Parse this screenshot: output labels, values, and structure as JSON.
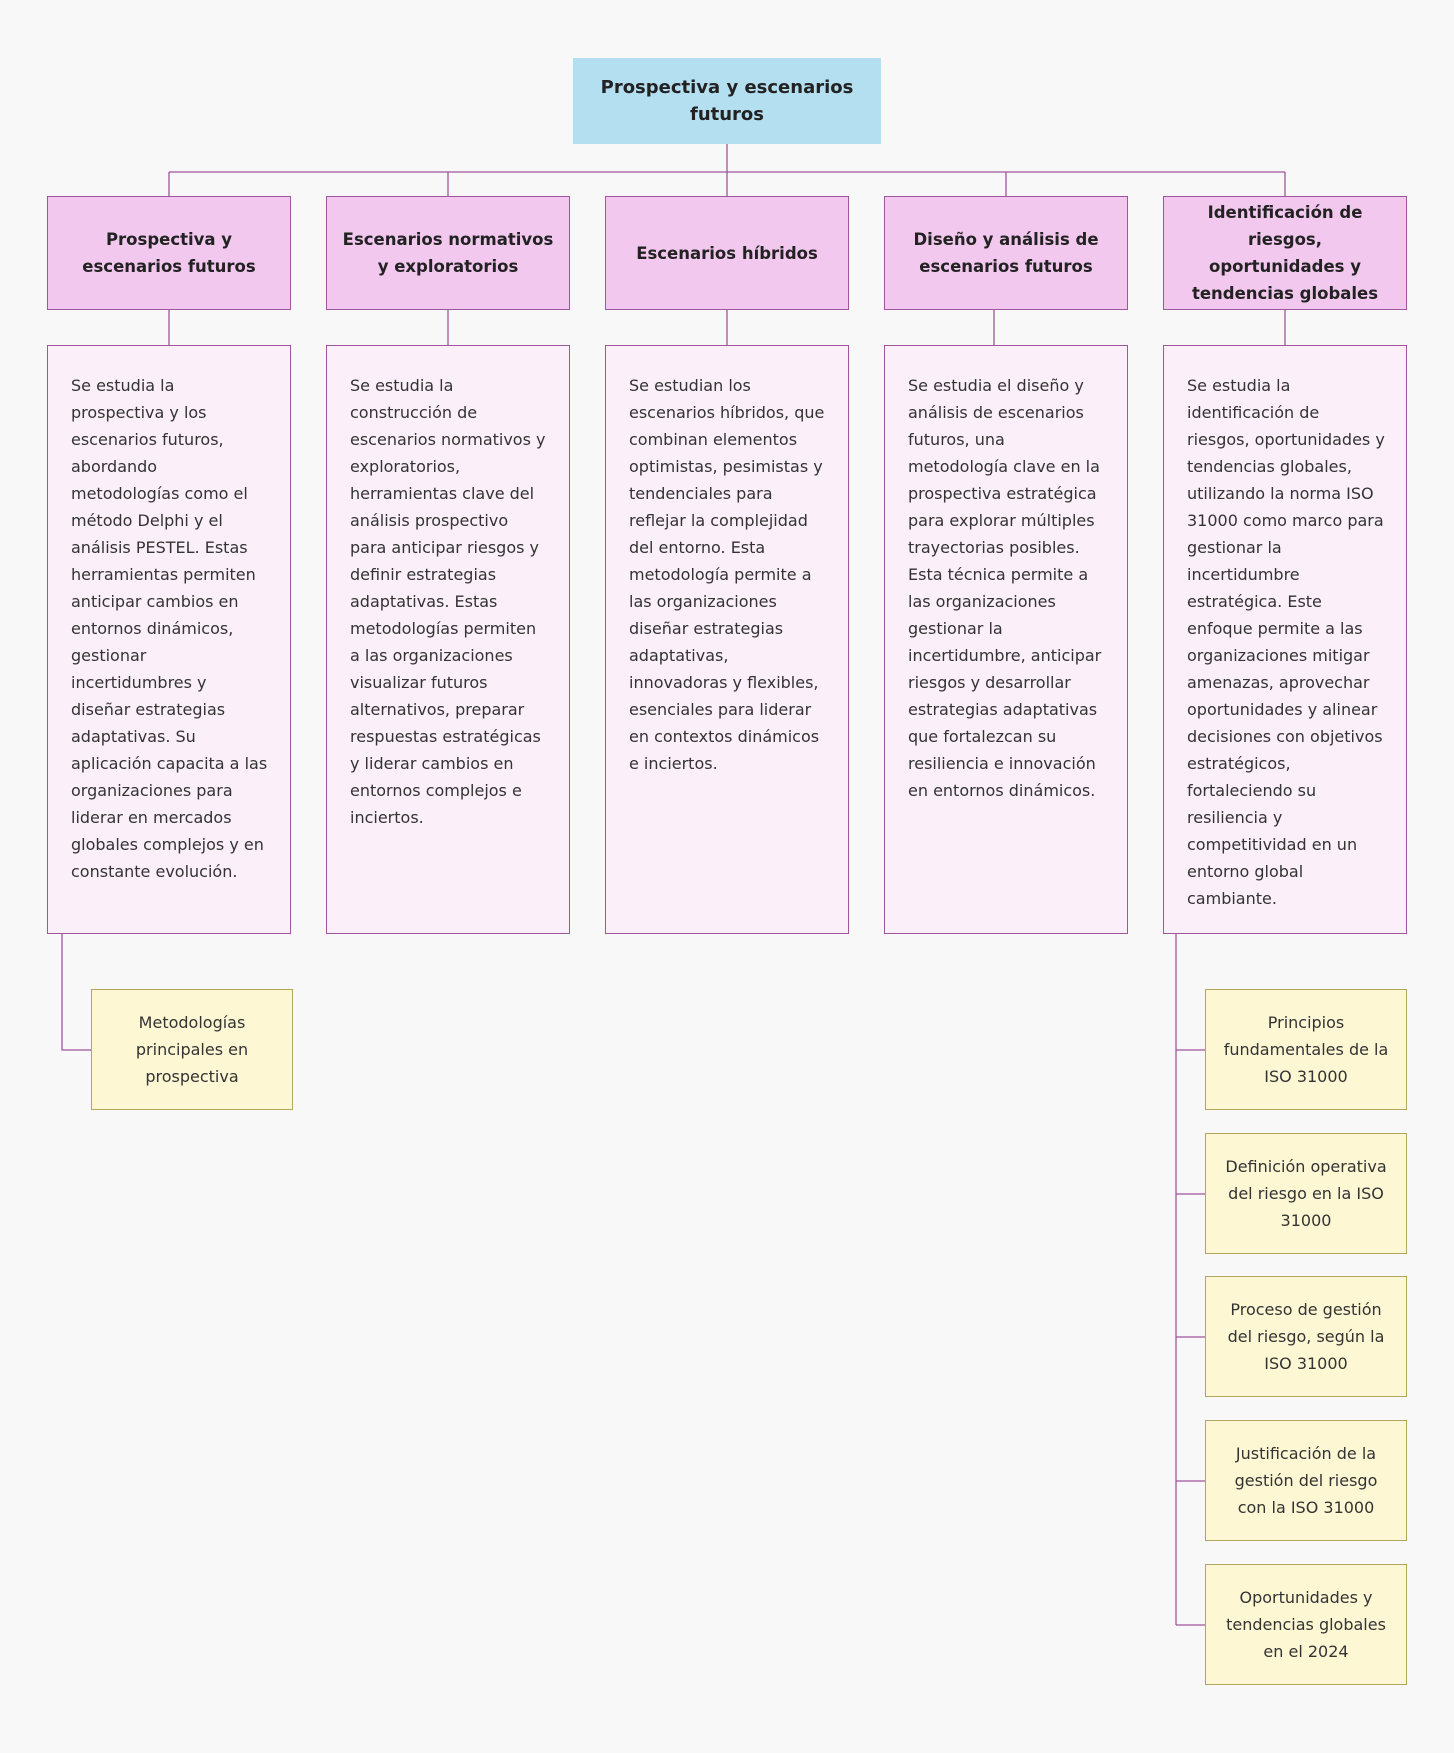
{
  "root": {
    "label": "Prospectiva y escenarios futuros"
  },
  "columns": [
    {
      "title": "Prospectiva y escenarios futuros",
      "description": "Se estudia la prospectiva y los escenarios futuros, abordando metodologías como el método Delphi y el análisis PESTEL. Estas herramientas permiten anticipar cambios en entornos dinámicos, gestionar incertidumbres y diseñar estrategias adaptativas. Su aplicación capacita a las organizaciones para liderar en mercados globales complejos y en constante evolución.",
      "subtopics": [
        "Metodologías principales en prospectiva"
      ]
    },
    {
      "title": "Escenarios normativos y exploratorios",
      "description": "Se estudia la construcción de escenarios normativos y exploratorios, herramientas clave del análisis prospectivo para anticipar riesgos y definir estrategias adaptativas. Estas metodologías permiten a las organizaciones visualizar futuros alternativos, preparar respuestas estratégicas y liderar cambios en entornos complejos e inciertos.",
      "subtopics": []
    },
    {
      "title": "Escenarios híbridos",
      "description": "Se estudian los escenarios híbridos, que combinan elementos optimistas, pesimistas y tendenciales para reflejar la complejidad del entorno. Esta metodología permite a las organizaciones diseñar estrategias adaptativas, innovadoras y flexibles, esenciales para liderar en contextos dinámicos e inciertos.",
      "subtopics": []
    },
    {
      "title": "Diseño y análisis de escenarios futuros",
      "description": "Se estudia el diseño y análisis de escenarios futuros, una metodología clave en la prospectiva estratégica para explorar múltiples trayectorias posibles. Esta técnica permite a las organizaciones gestionar la incertidumbre, anticipar riesgos y desarrollar estrategias adaptativas que fortalezcan su resiliencia e innovación en entornos dinámicos.",
      "subtopics": []
    },
    {
      "title": "Identificación de riesgos, oportunidades y tendencias globales",
      "description": "Se estudia la identificación de riesgos, oportunidades y tendencias globales, utilizando la norma ISO 31000 como marco para gestionar la incertidumbre estratégica. Este enfoque permite a las organizaciones mitigar amenazas, aprovechar oportunidades y alinear decisiones con objetivos estratégicos, fortaleciendo su resiliencia y competitividad en un entorno global cambiante.",
      "subtopics": [
        "Principios fundamentales de la ISO 31000",
        "Definición operativa del riesgo en la ISO 31000",
        "Proceso de gestión del riesgo, según la ISO 31000",
        "Justificación de la gestión del riesgo con la ISO 31000",
        "Oportunidades y tendencias globales en el 2024"
      ]
    }
  ],
  "colors": {
    "root_fill": "#b4dff1",
    "heading_fill": "#f3c8ef",
    "description_fill": "#fbeffa",
    "subtopic_fill": "#fdf7d4",
    "connector": "#a0559d"
  }
}
